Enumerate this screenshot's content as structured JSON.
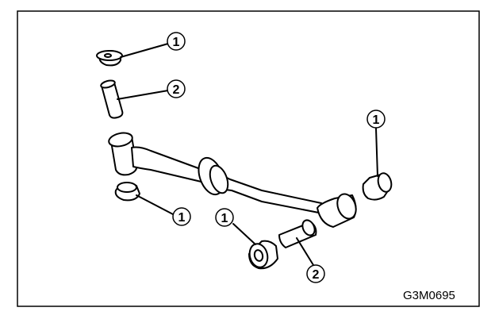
{
  "diagram": {
    "figure_code": "G3M0695",
    "callouts": [
      "1",
      "2",
      "1",
      "1",
      "1",
      "2"
    ]
  },
  "colors": {
    "ink": "#000000",
    "paper": "#ffffff"
  }
}
